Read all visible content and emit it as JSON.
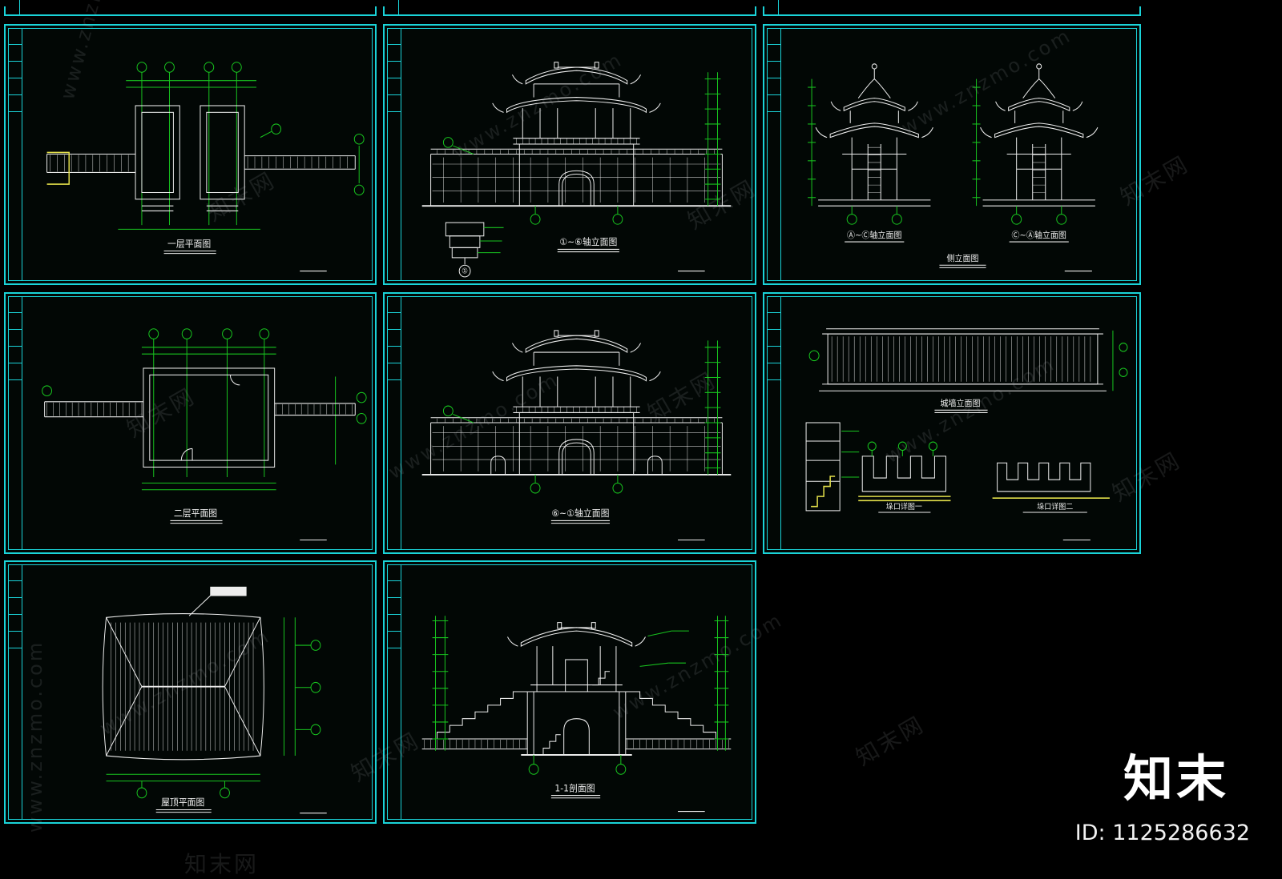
{
  "colors": {
    "background": "#000000",
    "frame_cyan": "#1ad3d8",
    "line_white": "#ededed",
    "dim_green": "#18c51f",
    "accent_yellow": "#e3e04a",
    "watermark_gray": "#b7bdc2"
  },
  "watermark": {
    "site_cn": "知末网",
    "site_url": "www.znzmo.com"
  },
  "footer": {
    "brand": "知末",
    "id_text": "ID: 1125286632"
  },
  "sheets": [
    {
      "key": "first-floor-plan",
      "caption": "一层平面图"
    },
    {
      "key": "front-elevation",
      "caption": "①~⑥轴立面图",
      "detail_no": "①"
    },
    {
      "key": "side-elevations",
      "caption_left": "Ⓐ~Ⓒ轴立面图",
      "caption_right": "Ⓒ~Ⓐ轴立面图",
      "caption_small": "侧立面图"
    },
    {
      "key": "second-floor-plan",
      "caption": "二层平面图"
    },
    {
      "key": "rear-elevation",
      "caption": "⑥~①轴立面图"
    },
    {
      "key": "wall-elevation",
      "caption": "城墙立面图",
      "caption_d1": "垛口详图一",
      "caption_d2": "垛口详图二"
    },
    {
      "key": "roof-plan",
      "caption": "屋顶平面图"
    },
    {
      "key": "section",
      "caption": "1-1剖面图"
    }
  ]
}
